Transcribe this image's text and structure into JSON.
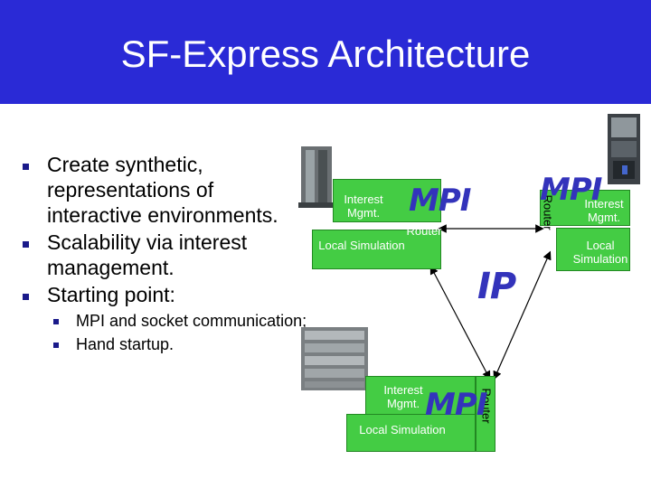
{
  "slide": {
    "title": "SF-Express Architecture",
    "bullets": [
      "Create synthetic, representations of interactive environments.",
      "Scalability via interest management.",
      "Starting point:"
    ],
    "sub_bullets": [
      "MPI and socket communication;",
      "Hand startup."
    ]
  },
  "diagram": {
    "node_left": {
      "interest": "Interest Mgmt.",
      "local": "Local Simulation",
      "router": "Router",
      "mpi": "MPI"
    },
    "node_right": {
      "interest": "Interest Mgmt.",
      "local": "Local Simulation",
      "router": "Router",
      "mpi": "MPI"
    },
    "node_bottom": {
      "interest": "Interest Mgmt.",
      "local": "Local Simulation",
      "router": "Router",
      "mpi": "MPI"
    },
    "network": "IP"
  },
  "colors": {
    "title_bar": "#2a2ad6",
    "box": "#44cc44",
    "mpi": "#3333bb"
  }
}
